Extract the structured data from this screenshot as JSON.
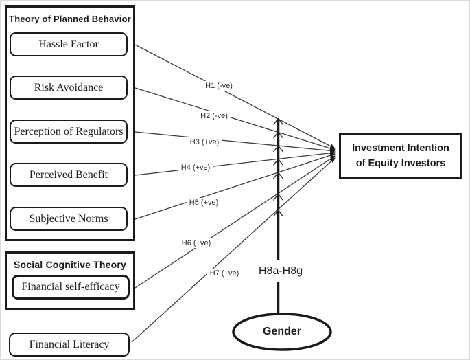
{
  "diagram": {
    "tpb_group": {
      "title": "Theory of Planned Behavior",
      "items": [
        "Hassle Factor",
        "Risk Avoidance",
        "Perception of Regulators",
        "Perceived Benefit",
        "Subjective Norms"
      ]
    },
    "sct_group": {
      "title": "Social Cognitive Theory",
      "items": [
        "Financial self-efficacy"
      ]
    },
    "financial_literacy_label": "Financial Literacy",
    "outcome": {
      "line1": "Investment Intention",
      "line2": "of Equity Investors"
    },
    "moderator": {
      "name": "Gender",
      "hypotheses_label": "H8a-H8g"
    },
    "hypothesis_labels": [
      "H1 (-ve)",
      "H2 (-ve)",
      "H3 (+ve)",
      "H4 (+ve)",
      "H5 (+ve)",
      "H6 (+ve)",
      "H7 (+ve)"
    ],
    "colors": {
      "line": "#3d3d3d",
      "shape_stroke": "#1a1a1a",
      "background": "#ffffff",
      "text": "#1a1a1a"
    }
  }
}
